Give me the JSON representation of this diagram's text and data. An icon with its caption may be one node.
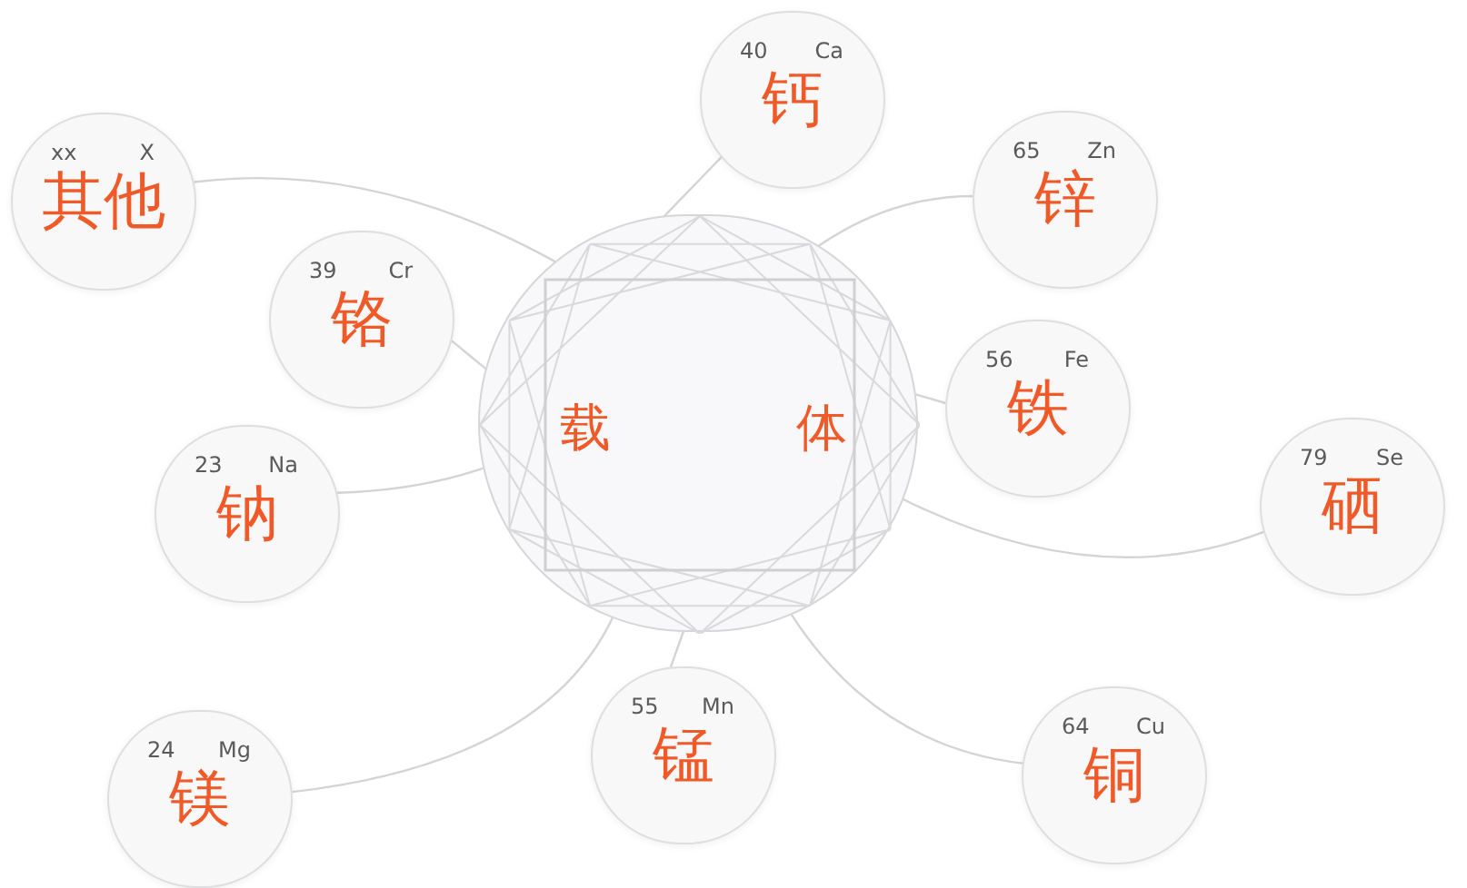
{
  "diagram": {
    "nodes": [
      {
        "text": [
          "载",
          "体"
        ]
      },
      {
        "text": [
          "40",
          "Ca",
          "钙"
        ]
      },
      {
        "text": [
          "65",
          "Zn",
          "锌"
        ]
      },
      {
        "text": [
          "56",
          "Fe",
          "铁"
        ]
      },
      {
        "text": [
          "79",
          "Se",
          "硒"
        ]
      },
      {
        "text": [
          "64",
          "Cu",
          "铜"
        ]
      },
      {
        "text": [
          "55",
          "Mn",
          "锰"
        ]
      },
      {
        "text": [
          "24",
          "Mg",
          "镁"
        ]
      },
      {
        "text": [
          "23",
          "Na",
          "钠"
        ]
      },
      {
        "text": [
          "39",
          "Cr",
          "铬"
        ]
      },
      {
        "text": [
          "xx",
          "X",
          "其他"
        ]
      }
    ],
    "edges": [
      {
        "from": 0,
        "to": 1,
        "arrow": "none"
      },
      {
        "from": 0,
        "to": 2,
        "arrow": "none"
      },
      {
        "from": 0,
        "to": 3,
        "arrow": "none"
      },
      {
        "from": 0,
        "to": 4,
        "arrow": "none"
      },
      {
        "from": 0,
        "to": 5,
        "arrow": "none"
      },
      {
        "from": 0,
        "to": 6,
        "arrow": "none"
      },
      {
        "from": 0,
        "to": 7,
        "arrow": "none"
      },
      {
        "from": 0,
        "to": 8,
        "arrow": "none"
      },
      {
        "from": 0,
        "to": 9,
        "arrow": "none"
      },
      {
        "from": 0,
        "to": 10,
        "arrow": "none"
      }
    ]
  }
}
